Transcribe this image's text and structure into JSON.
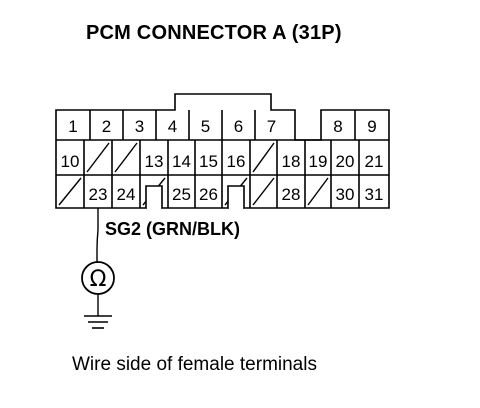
{
  "title": "PCM CONNECTOR A (31P)",
  "signal_label": "SG2 (GRN/BLK)",
  "footer_caption": "Wire side of female terminals",
  "connector": {
    "row1": [
      "1",
      "2",
      "3",
      "4",
      "5",
      "6",
      "7",
      "",
      "8",
      "9"
    ],
    "row2": [
      "10",
      "",
      "",
      "13",
      "14",
      "15",
      "16",
      "",
      "18",
      "19",
      "20",
      "21"
    ],
    "row3": [
      "",
      "23",
      "24",
      "",
      "25",
      "26",
      "",
      "",
      "28",
      "",
      "30",
      "31"
    ]
  },
  "probe_terminal": "23",
  "meter_symbol": "Ω"
}
